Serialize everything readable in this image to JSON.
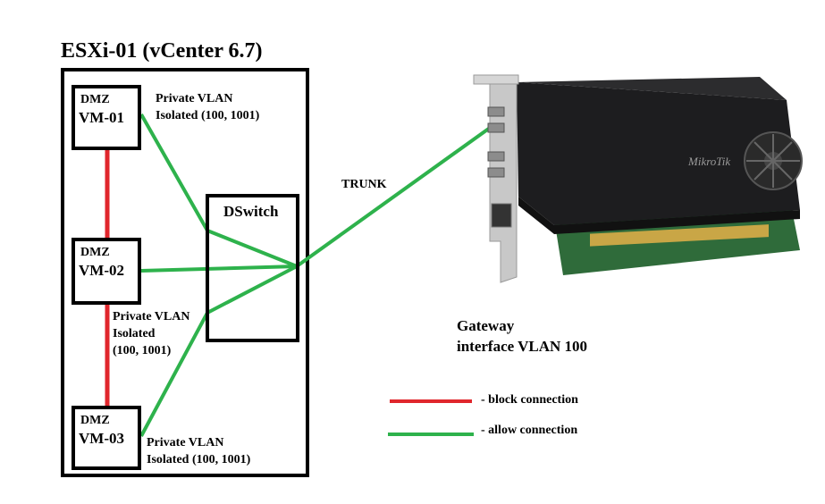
{
  "host": {
    "title": "ESXi-01 (vCenter 6.7)"
  },
  "vms": [
    {
      "line1": "DMZ",
      "line2": "VM-01"
    },
    {
      "line1": "DMZ",
      "line2": "VM-02"
    },
    {
      "line1": "DMZ",
      "line2": "VM-03"
    }
  ],
  "pvlan_notes": [
    {
      "line1": "Private VLAN",
      "line2": "Isolated (100, 1001)"
    },
    {
      "line1": "Private VLAN",
      "line2": "Isolated",
      "line3": "(100, 1001)"
    },
    {
      "line1": "Private VLAN",
      "line2": "Isolated (100, 1001)"
    }
  ],
  "switch": {
    "label": "DSwitch"
  },
  "trunk_label": "TRUNK",
  "gateway": {
    "line1": "Gateway",
    "line2": "interface VLAN 100",
    "brand": "MikroTik"
  },
  "legend": [
    {
      "label": "- block connection",
      "color": "#e0262c"
    },
    {
      "label": "- allow connection",
      "color": "#2eb24c"
    }
  ],
  "colors": {
    "block": "#e0262c",
    "allow": "#2eb24c",
    "border": "#000000"
  }
}
